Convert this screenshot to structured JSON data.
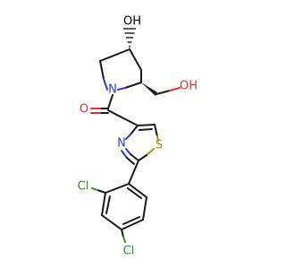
{
  "molecule": {
    "atoms": {
      "ring_oh": "OH",
      "side_oh": "OH",
      "ring_n": "N",
      "carbonyl_o": "O",
      "thiazole_n": "N",
      "thiazole_s": "S",
      "cl_ortho": "Cl",
      "cl_para": "Cl"
    }
  }
}
